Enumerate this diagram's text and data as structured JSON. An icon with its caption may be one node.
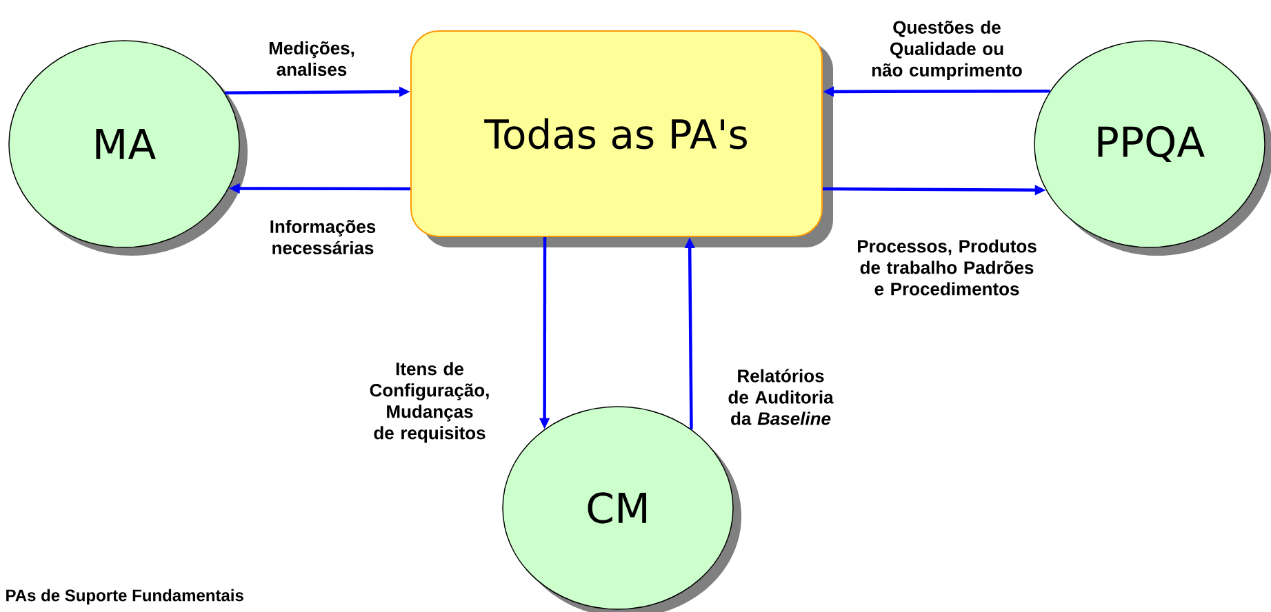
{
  "diagram": {
    "nodes": [
      {
        "text": [
          "MA"
        ]
      },
      {
        "text": [
          "Todas as PA's"
        ]
      },
      {
        "text": [
          "PPQA"
        ]
      },
      {
        "text": [
          "CM"
        ]
      }
    ],
    "edges": [
      {
        "from": 0,
        "to": 1,
        "arrow": "to",
        "label": "Medições, analises"
      },
      {
        "from": 1,
        "to": 0,
        "arrow": "to",
        "label": "Informações necessárias"
      },
      {
        "from": 2,
        "to": 1,
        "arrow": "to",
        "label": "Questões de Qualidade ou não cumprimento"
      },
      {
        "from": 1,
        "to": 2,
        "arrow": "to",
        "label": "Processos, Produtos de trabalho Padrões e Procedimentos"
      },
      {
        "from": 1,
        "to": 3,
        "arrow": "to",
        "label": "Itens de Configuração, Mudanças de requisitos"
      },
      {
        "from": 3,
        "to": 1,
        "arrow": "to",
        "label": "Relatórios de Auditoria da *Baseline*"
      }
    ],
    "labels": [
      "PAs de Suporte Fundamentais"
    ]
  }
}
